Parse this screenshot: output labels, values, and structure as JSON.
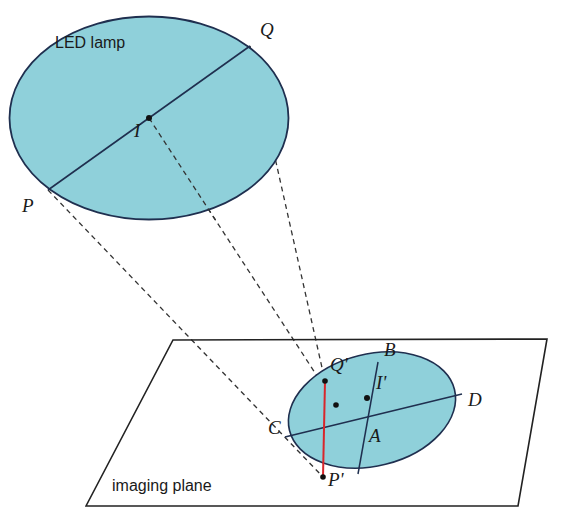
{
  "diagram": {
    "nodes": [
      {
        "text": [
          "LED lamp",
          "I"
        ]
      },
      {
        "text": [
          "imaging plane"
        ]
      }
    ],
    "labels": [
      "P",
      "Q",
      "Q'",
      "B",
      "I'",
      "D",
      "C",
      "A",
      "P'"
    ]
  }
}
